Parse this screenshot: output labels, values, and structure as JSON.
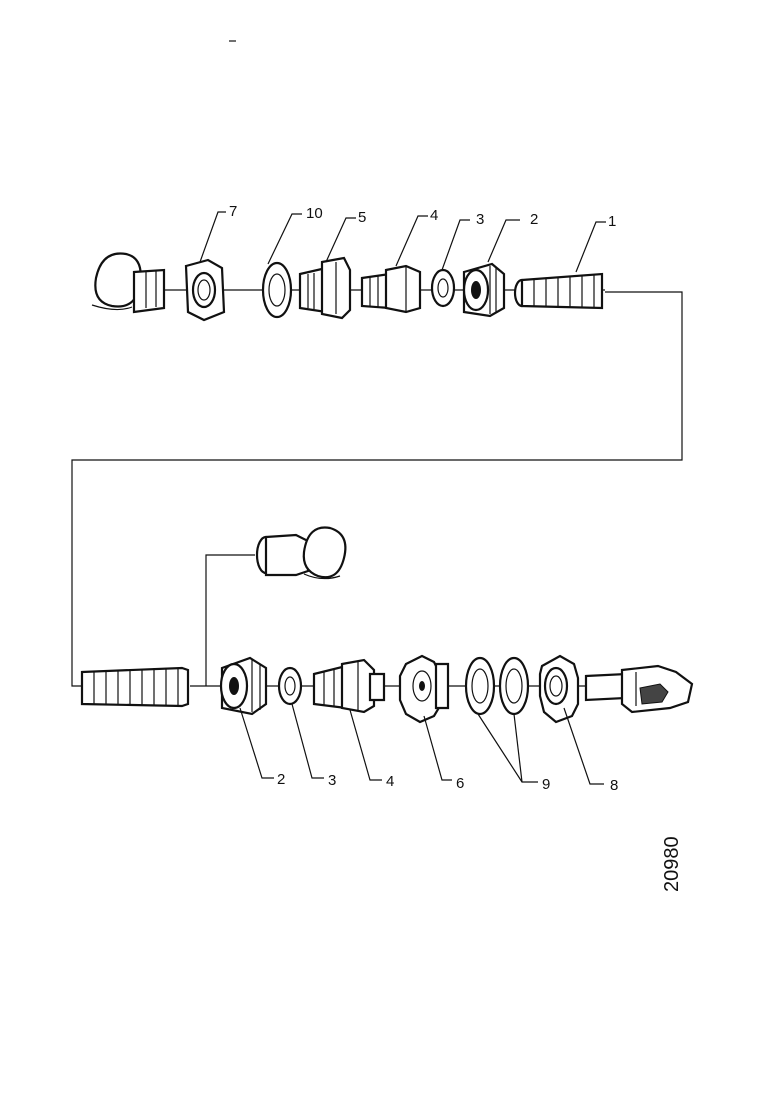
{
  "drawing_code": "20980",
  "top_row_labels": [
    "7",
    "10",
    "5",
    "4",
    "3",
    "2",
    "1"
  ],
  "bottom_row_labels": [
    "2",
    "3",
    "4",
    "6",
    "9",
    "8"
  ],
  "colors": {
    "ink": "#111111",
    "paper": "#ffffff"
  }
}
